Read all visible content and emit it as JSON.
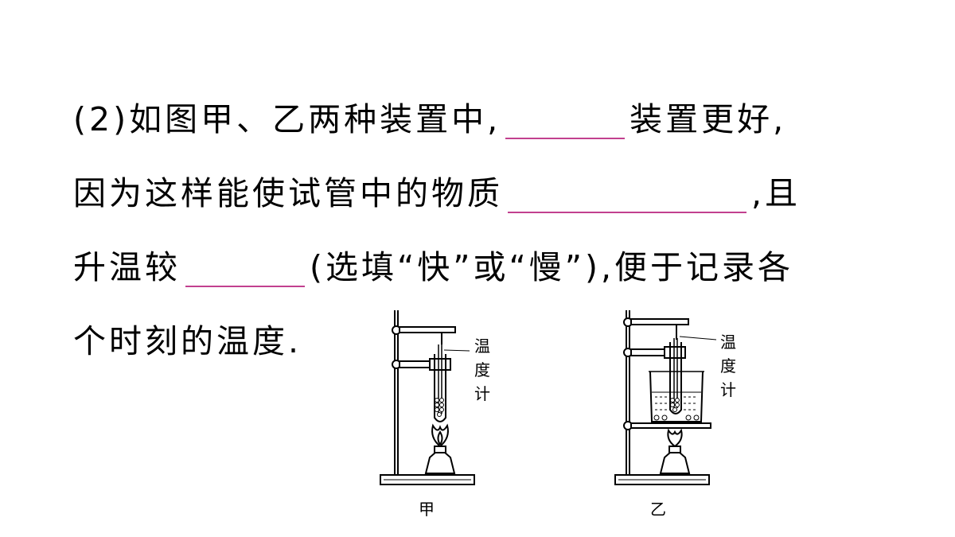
{
  "question": {
    "line1_a": "(2)如图甲、乙两种装置中,",
    "line1_b": "装置更好,",
    "line2_a": "因为这样能使试管中的物质",
    "line2_b": ",且",
    "line3_a": "升温较",
    "line3_b": "(选填“快”或“慢”),便于记录各",
    "line4": "个时刻的温度."
  },
  "figure": {
    "label_left": "甲",
    "label_right": "乙",
    "thermometer_label_left": [
      "温",
      "度",
      "计"
    ],
    "thermometer_label_right": [
      "温",
      "度",
      "计"
    ]
  },
  "colors": {
    "blank_line": "#c2408f"
  }
}
